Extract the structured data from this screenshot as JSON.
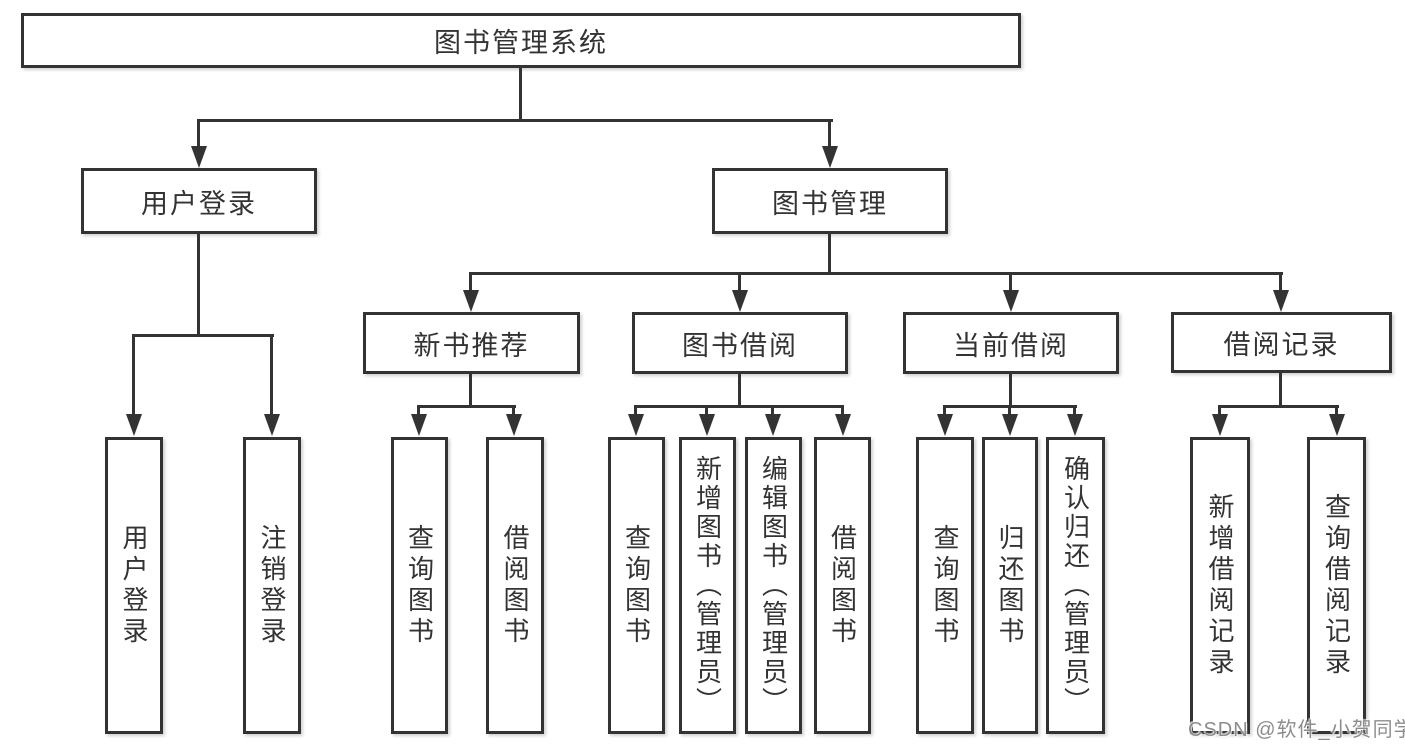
{
  "colors": {
    "line": "#333333",
    "box_background": "#ffffff",
    "text": "#333333",
    "watermark": "#8d8d8d"
  },
  "watermark": {
    "text": "CSDN @软件_小贺同学"
  },
  "tree": {
    "label": "图书管理系统",
    "children": [
      {
        "label": "用户登录",
        "children": [
          {
            "label": "用户登录"
          },
          {
            "label": "注销登录"
          }
        ]
      },
      {
        "label": "图书管理",
        "children": [
          {
            "label": "新书推荐",
            "children": [
              {
                "label": "查询图书"
              },
              {
                "label": "借阅图书"
              }
            ]
          },
          {
            "label": "图书借阅",
            "children": [
              {
                "label": "查询图书"
              },
              {
                "label": "新增图书（管理员）"
              },
              {
                "label": "编辑图书（管理员）"
              },
              {
                "label": "借阅图书"
              }
            ]
          },
          {
            "label": "当前借阅",
            "children": [
              {
                "label": "查询图书"
              },
              {
                "label": "归还图书"
              },
              {
                "label": "确认归还（管理员）"
              }
            ]
          },
          {
            "label": "借阅记录",
            "children": [
              {
                "label": "新增借阅记录"
              },
              {
                "label": "查询借阅记录"
              }
            ]
          }
        ]
      }
    ]
  }
}
